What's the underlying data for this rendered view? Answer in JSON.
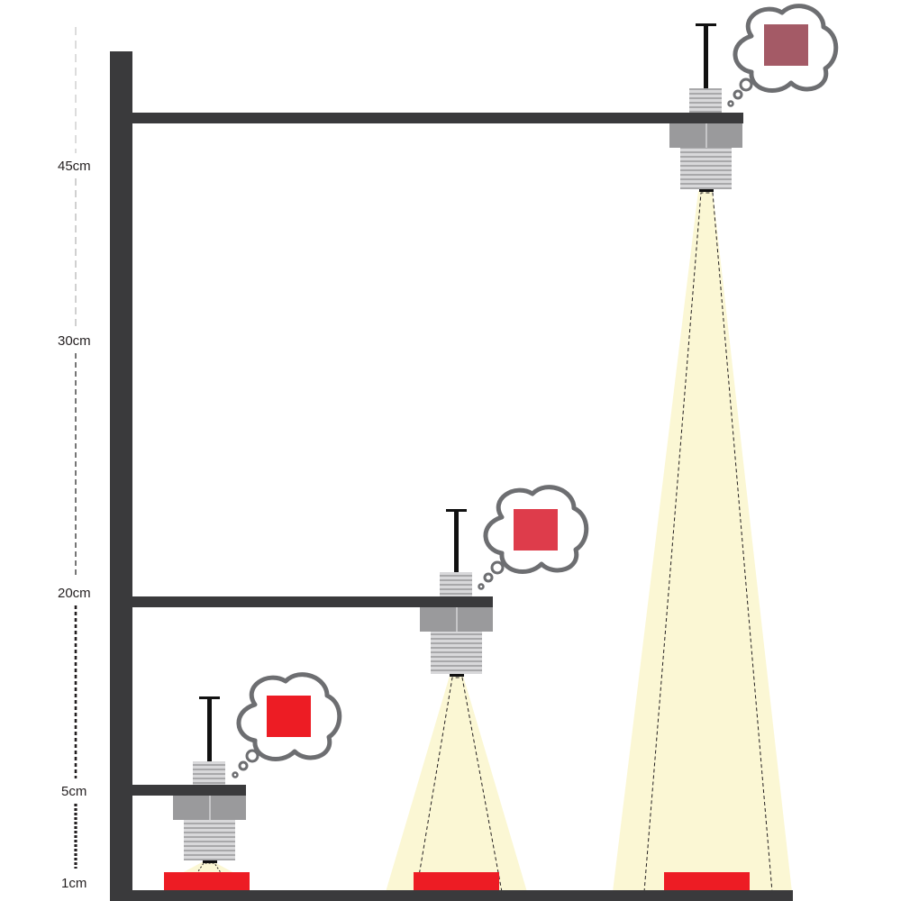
{
  "colors": {
    "frame": "#3a3a3c",
    "beam": "#fbf7d4",
    "target": "#ed1c24",
    "sensor_body": "#9a9a9c",
    "sensor_thread": "#c9c9cb",
    "bubble_stroke": "#6d6e71",
    "scale_line": "#231f20"
  },
  "scale": {
    "labels": [
      {
        "id": "45",
        "text": "45cm"
      },
      {
        "id": "30",
        "text": "30cm"
      },
      {
        "id": "20",
        "text": "20cm"
      },
      {
        "id": "5",
        "text": "5cm"
      },
      {
        "id": "1",
        "text": "1cm"
      }
    ]
  },
  "sensors": [
    {
      "id": "near",
      "detected_color": "#ed1c24"
    },
    {
      "id": "mid",
      "detected_color": "#de3c4b"
    },
    {
      "id": "far",
      "detected_color": "#a45a66"
    }
  ]
}
